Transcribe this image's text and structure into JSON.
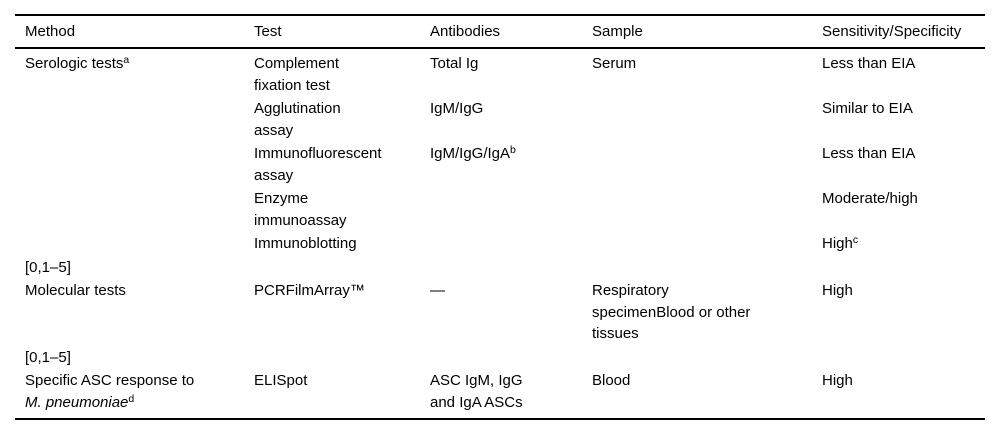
{
  "page": {
    "background": "#ffffff",
    "text_color": "#000000"
  },
  "table": {
    "columns": [
      "Method",
      "Test",
      "Antibodies",
      "Sample",
      "Sensitivity/Specificity"
    ],
    "rows": [
      {
        "method": "Serologic tests",
        "method_sup": "a",
        "test": [
          "Complement",
          "fixation test"
        ],
        "antibodies": "Total Ig",
        "sample": "Serum",
        "sensitivity": "Less than EIA"
      },
      {
        "test": [
          "Agglutination",
          "assay"
        ],
        "antibodies": "IgM/IgG",
        "sensitivity": "Similar to EIA"
      },
      {
        "test": [
          "Immunofluorescent",
          "assay"
        ],
        "antibodies": "IgM/IgG/IgA",
        "antibodies_sup": "b",
        "sensitivity": "Less than EIA"
      },
      {
        "test": [
          "Enzyme",
          "immunoassay"
        ],
        "sensitivity": "Moderate/high"
      },
      {
        "test": "Immunoblotting",
        "sensitivity": "High",
        "sensitivity_sup": "c"
      },
      {
        "method": "[0,1–5]"
      },
      {
        "method": "Molecular tests",
        "test": "PCRFilmArray™",
        "antibodies": "—",
        "sample": [
          "Respiratory",
          "specimenBlood or other",
          "tissues"
        ],
        "sensitivity": "High"
      },
      {
        "method": "[0,1–5]"
      },
      {
        "method_line1": "Specific ASC response to",
        "method_italic": "M. pneumoniae",
        "method_sup": "d",
        "test": "ELISpot",
        "antibodies": [
          "ASC IgM, IgG",
          "and IgA ASCs"
        ],
        "sample": "Blood",
        "sensitivity": "High"
      }
    ]
  }
}
